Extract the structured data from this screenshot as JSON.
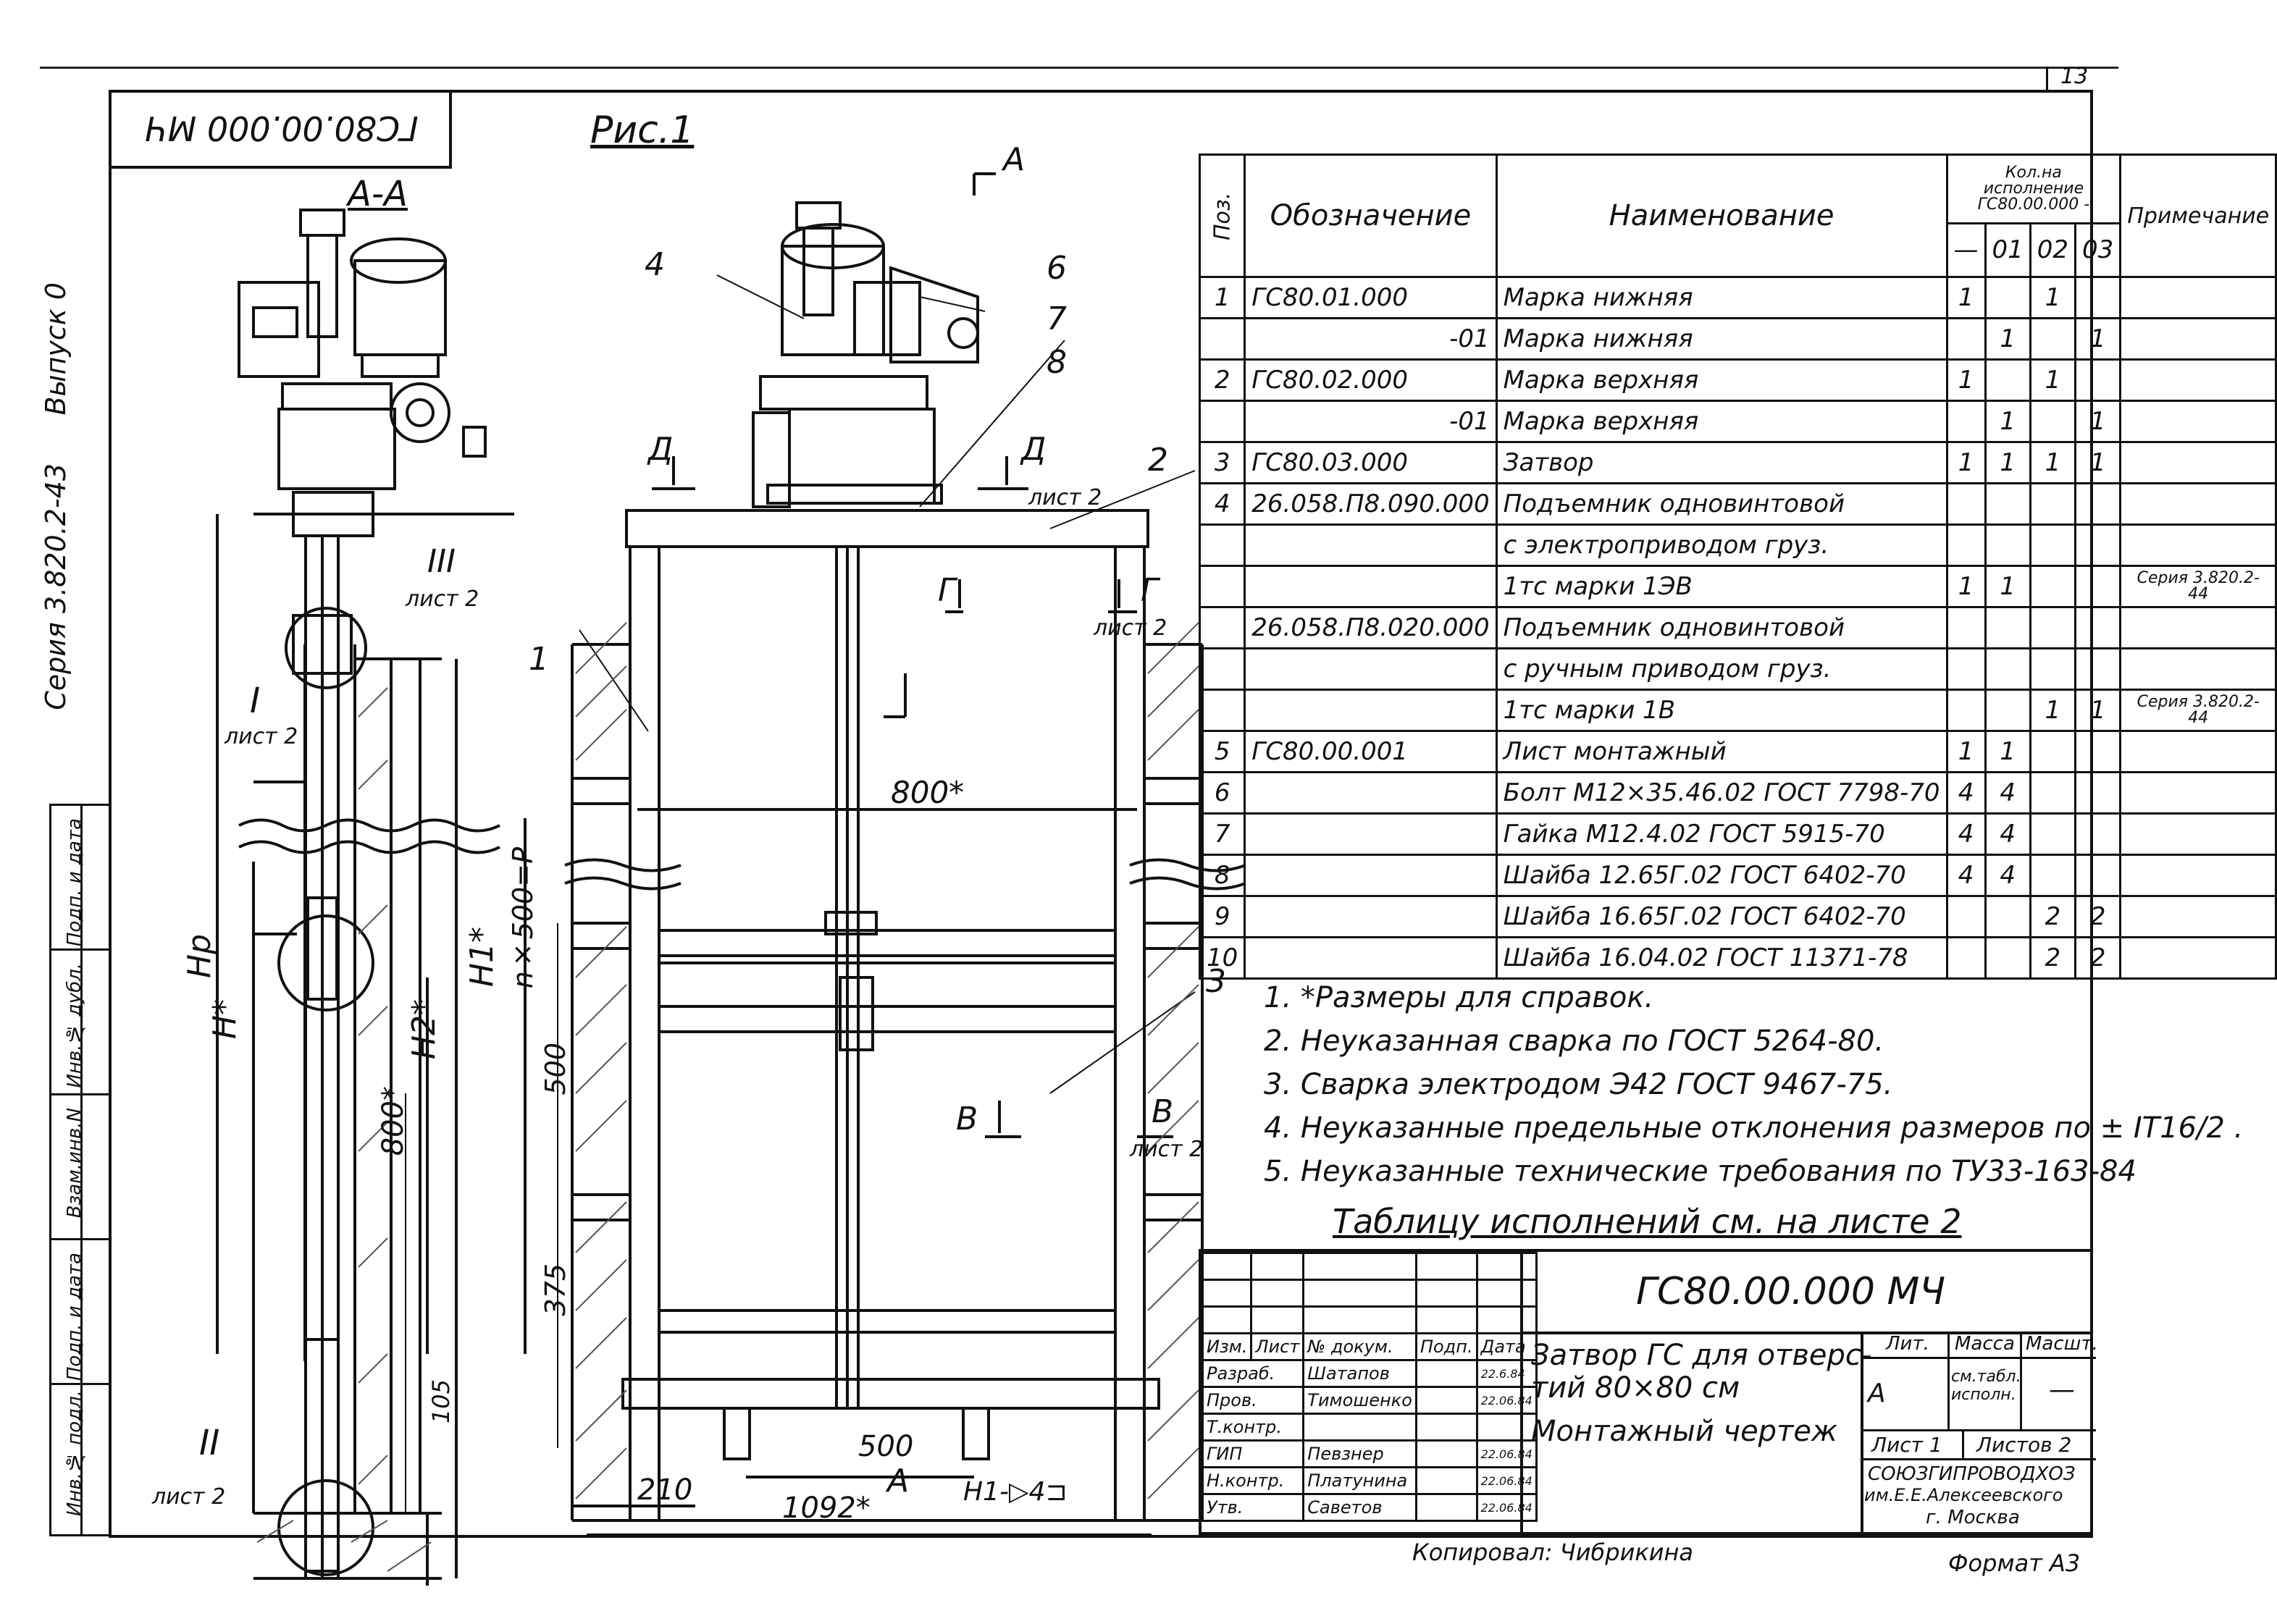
{
  "page_number": "13",
  "corner_designation": "ГС80.00.000 МЧ",
  "figure_label": "Рис.1",
  "section_label": "А-А",
  "side_labels": {
    "issue": "Выпуск 0",
    "series": "Серия 3.820.2-43"
  },
  "side_stamp_cells": [
    "Подп. и дата",
    "Инв.№ дубл.",
    "Взам.инв.N",
    "Подп. и дата",
    "Инв.№ подл."
  ],
  "spec_table": {
    "headers": {
      "pos": "Поз.",
      "designation": "Обозначение",
      "name": "Наименование",
      "qty_group": "Кол.на исполнение ГС80.00.000 -",
      "qty_cols": [
        "—",
        "01",
        "02",
        "03"
      ],
      "note": "Примечание"
    },
    "rows": [
      {
        "pos": "1",
        "designation": "ГС80.01.000",
        "name": "Марка нижняя",
        "q": [
          "1",
          "",
          "1",
          ""
        ],
        "note": ""
      },
      {
        "pos": "",
        "designation": "-01",
        "name": "Марка нижняя",
        "q": [
          "",
          "1",
          "",
          "1"
        ],
        "note": ""
      },
      {
        "pos": "2",
        "designation": "ГС80.02.000",
        "name": "Марка верхняя",
        "q": [
          "1",
          "",
          "1",
          ""
        ],
        "note": ""
      },
      {
        "pos": "",
        "designation": "-01",
        "name": "Марка верхняя",
        "q": [
          "",
          "1",
          "",
          "1"
        ],
        "note": ""
      },
      {
        "pos": "3",
        "designation": "ГС80.03.000",
        "name": "Затвор",
        "q": [
          "1",
          "1",
          "1",
          "1"
        ],
        "note": ""
      },
      {
        "pos": "4",
        "designation": "26.058.П8.090.000",
        "name": "Подъемник одновинтовой",
        "q": [
          "",
          "",
          "",
          ""
        ],
        "note": ""
      },
      {
        "pos": "",
        "designation": "",
        "name": "с электроприводом груз.",
        "q": [
          "",
          "",
          "",
          ""
        ],
        "note": ""
      },
      {
        "pos": "",
        "designation": "",
        "name": "1тс марки 1ЭВ",
        "q": [
          "1",
          "1",
          "",
          ""
        ],
        "note": "Серия 3.820.2-44"
      },
      {
        "pos": "",
        "designation": "26.058.П8.020.000",
        "name": "Подъемник одновинтовой",
        "q": [
          "",
          "",
          "",
          ""
        ],
        "note": ""
      },
      {
        "pos": "",
        "designation": "",
        "name": "с ручным приводом груз.",
        "q": [
          "",
          "",
          "",
          ""
        ],
        "note": ""
      },
      {
        "pos": "",
        "designation": "",
        "name": "1тс марки 1В",
        "q": [
          "",
          "",
          "1",
          "1"
        ],
        "note": "Серия 3.820.2-44"
      },
      {
        "pos": "5",
        "designation": "ГС80.00.001",
        "name": "Лист монтажный",
        "q": [
          "1",
          "1",
          "",
          ""
        ],
        "note": ""
      },
      {
        "pos": "6",
        "designation": "",
        "name": "Болт М12×35.46.02 ГОСТ 7798-70",
        "q": [
          "4",
          "4",
          "",
          ""
        ],
        "note": ""
      },
      {
        "pos": "7",
        "designation": "",
        "name": "Гайка М12.4.02 ГОСТ 5915-70",
        "q": [
          "4",
          "4",
          "",
          ""
        ],
        "note": ""
      },
      {
        "pos": "8",
        "designation": "",
        "name": "Шайба 12.65Г.02 ГОСТ 6402-70",
        "q": [
          "4",
          "4",
          "",
          ""
        ],
        "note": ""
      },
      {
        "pos": "9",
        "designation": "",
        "name": "Шайба 16.65Г.02 ГОСТ 6402-70",
        "q": [
          "",
          "",
          "2",
          "2"
        ],
        "note": ""
      },
      {
        "pos": "10",
        "designation": "",
        "name": "Шайба 16.04.02 ГОСТ 11371-78",
        "q": [
          "",
          "",
          "2",
          "2"
        ],
        "note": ""
      }
    ]
  },
  "notes": [
    "1. *Размеры для справок.",
    "2. Неуказанная сварка по ГОСТ 5264-80.",
    "3. Сварка электродом Э42 ГОСТ 9467-75.",
    "4. Неуказанные предельные отклонения размеров по ± IT16/2 .",
    "5. Неуказанные технические требования по ТУ33-163-84"
  ],
  "table_ref": "Таблицу исполнений см. на листе 2",
  "title_block": {
    "designation": "ГС80.00.000 МЧ",
    "title_line1": "Затвор ГС для отверс-",
    "title_line2": "тий 80×80 см",
    "title_line3": "Монтажный чертеж",
    "lit_header": "Лит.",
    "mass_header": "Масса",
    "scale_header": "Масшт.",
    "lit_value": "А",
    "mass_value": "см.табл. исполн.",
    "scale_value": "—",
    "sheet": "Лист 1",
    "sheets": "Листов 2",
    "org_line1": "СОЮЗГИПРОВОДХОЗ",
    "org_line2": "им.Е.Е.Алексеевского",
    "org_line3": "г. Москва",
    "rev_headers": [
      "Изм.",
      "Лист",
      "№ докум.",
      "Подп.",
      "Дата"
    ],
    "people": [
      {
        "role": "Разраб.",
        "name": "Шатапов",
        "date": "22.6.84"
      },
      {
        "role": "Пров.",
        "name": "Тимошенко",
        "date": "22.06.84"
      },
      {
        "role": "Т.контр.",
        "name": "",
        "date": ""
      },
      {
        "role": "ГИП",
        "name": "Певзнер",
        "date": "22.06.84"
      },
      {
        "role": "Н.контр.",
        "name": "Платунина",
        "date": "22.06.84"
      },
      {
        "role": "Утв.",
        "name": "Саветов",
        "date": "22.06.84"
      }
    ]
  },
  "copied_by": "Копировал: Чибрикина",
  "format": "Формат А3",
  "drawing_labels": {
    "dim_800_horizontal": "800*",
    "dim_500_bottom": "500",
    "dim_210": "210",
    "dim_1092": "1092*",
    "dim_500_vertical": "500",
    "dim_375": "375",
    "dim_n500": "n×500=P",
    "dim_Hp": "Hр",
    "dim_H": "H*",
    "dim_H1": "H1*",
    "dim_H2": "H2*",
    "dim_800_vertical": "800*",
    "dim_105": "105",
    "weld_symbol": "H1-▷4⊐",
    "section_A": "А",
    "section_D_left": "Д",
    "section_D_right": "Д",
    "section_G_left": "Г",
    "section_G_right": "Г",
    "section_V_left": "В",
    "section_V_right": "В",
    "list2": "лист 2",
    "roman_I": "I",
    "roman_II": "II",
    "roman_III": "III",
    "callouts": [
      "1",
      "2",
      "3",
      "4",
      "6",
      "7",
      "8"
    ]
  }
}
